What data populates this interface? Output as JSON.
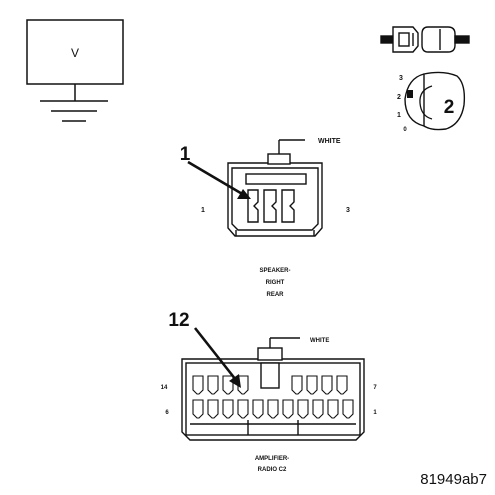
{
  "meter": {
    "symbol": "V"
  },
  "connector_view": {
    "key_number": "2",
    "positions": [
      "3",
      "2",
      "1",
      "0"
    ]
  },
  "speaker_connector": {
    "callout": "1",
    "color_label": "WHITE",
    "pin_left": "1",
    "pin_right": "3",
    "name_lines": [
      "SPEAKER-",
      "RIGHT",
      "REAR"
    ]
  },
  "amplifier_connector": {
    "callout": "12",
    "color_label": "WHITE",
    "pin_top_left": "14",
    "pin_bottom_left": "6",
    "pin_top_right": "7",
    "pin_bottom_right": "1",
    "name_lines": [
      "AMPLIFIER-",
      "RADIO C2"
    ]
  },
  "figure_id": "81949ab7"
}
